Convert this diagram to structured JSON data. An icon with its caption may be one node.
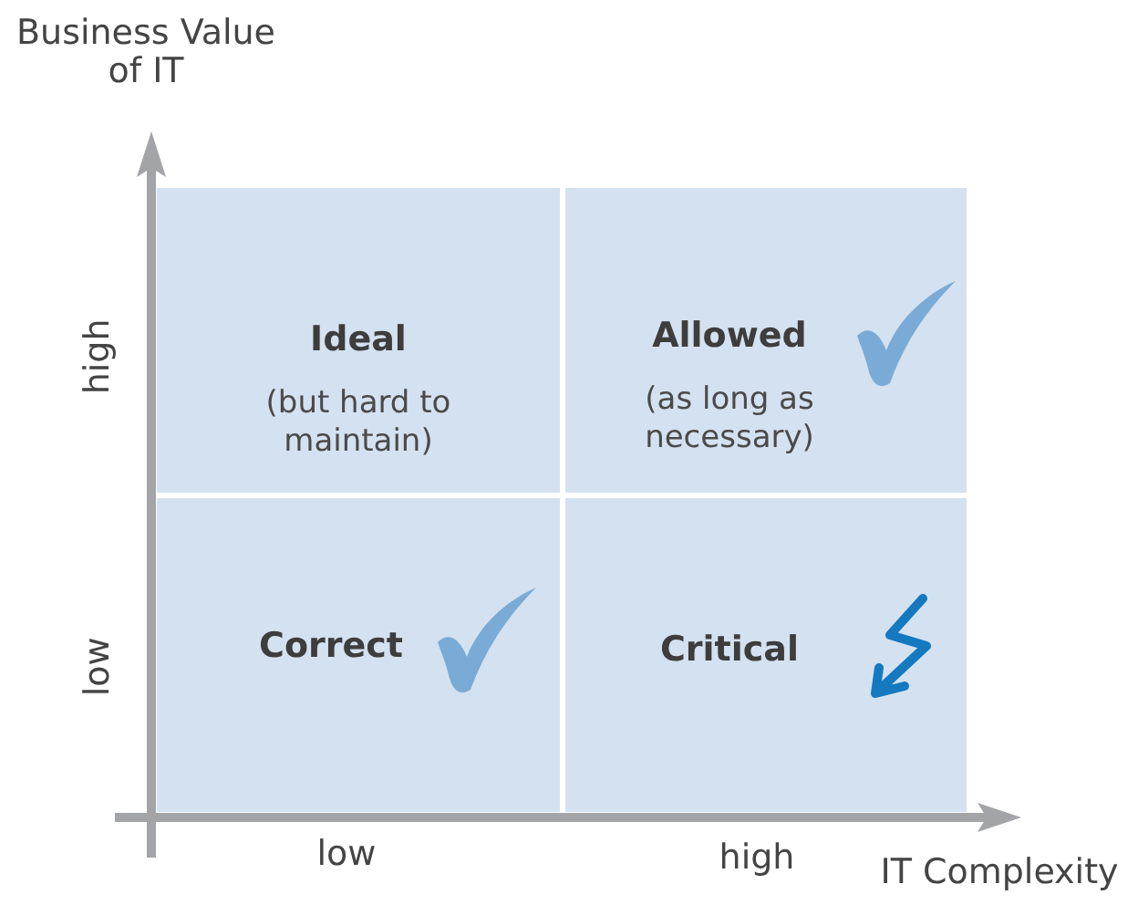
{
  "diagram": {
    "nodes": [
      {
        "text": [
          "Ideal",
          "(but hard to maintain)"
        ]
      },
      {
        "text": [
          "Allowed",
          "(as long as necessary)"
        ]
      },
      {
        "text": [
          "Correct"
        ]
      },
      {
        "text": [
          "Critical"
        ]
      }
    ],
    "labels": [
      "Business Value of IT",
      "high",
      "low",
      "low",
      "high",
      "IT Complexity"
    ]
  }
}
